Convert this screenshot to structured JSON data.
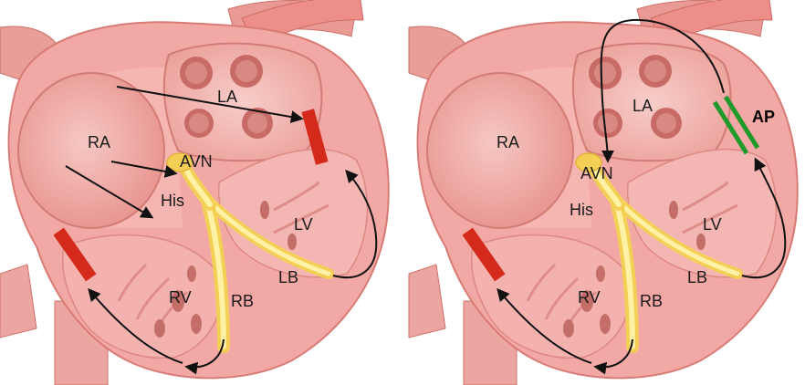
{
  "labels": {
    "ra": "RA",
    "la": "LA",
    "avn": "AVN",
    "his": "His",
    "lv": "LV",
    "lb": "LB",
    "rv": "RV",
    "rb": "RB",
    "ap": "AP"
  },
  "colors": {
    "tissue": "#f2a8a4",
    "tissue_dark": "#e48781",
    "tissue_light": "#f8cac6",
    "vessel": "#e99a95",
    "conduction": "#f7dc6b",
    "conduction_glow": "#fff3b0",
    "stimulation_site": "#d42a1c",
    "accessory_pathway": "#1f9a2a",
    "arrow": "#111111"
  }
}
